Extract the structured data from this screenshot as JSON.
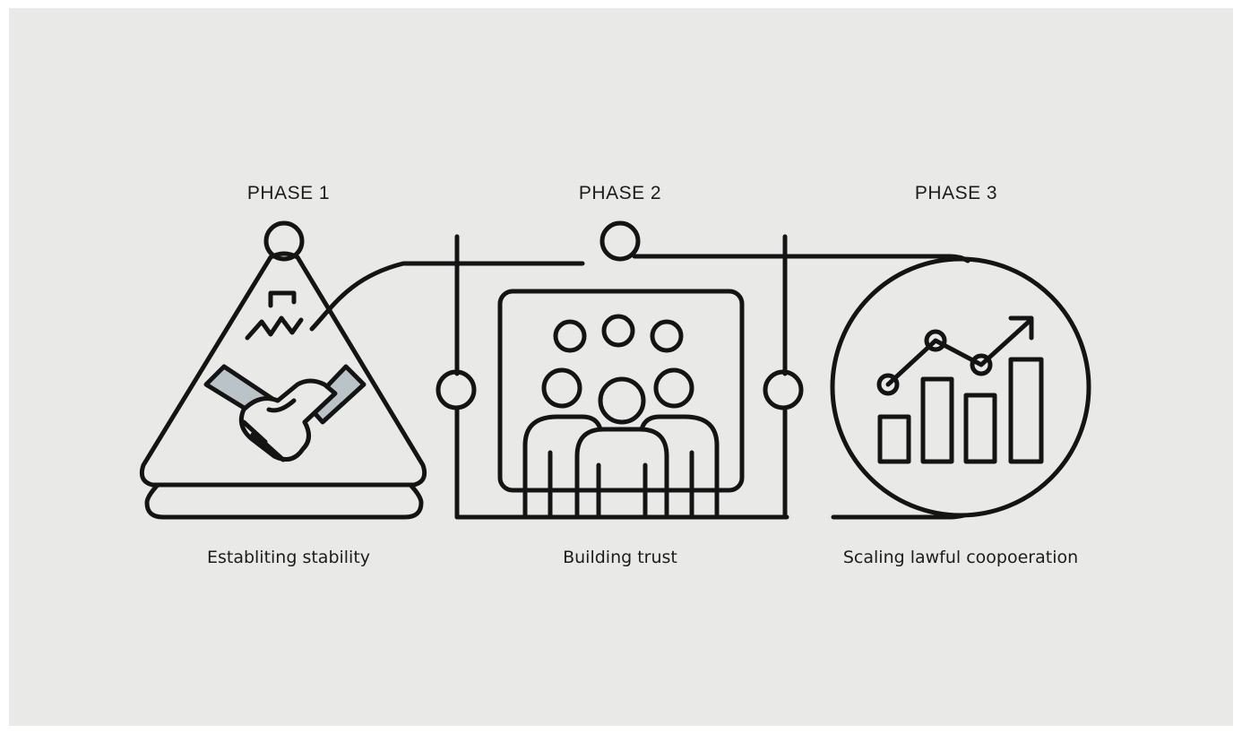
{
  "phases": [
    {
      "title": "PHASE 1",
      "caption": "Establiting stability",
      "icon": "handshake-icon"
    },
    {
      "title": "PHASE 2",
      "caption": "Building trust",
      "icon": "group-of-people-icon"
    },
    {
      "title": "PHASE 3",
      "caption": "Scaling lawful coopoeration",
      "icon": "growth-chart-icon"
    }
  ],
  "colors": {
    "background": "#e9eae8",
    "line": "#141414",
    "fill": "#d3dbdf",
    "fill_dark": "#b9c3c8"
  }
}
